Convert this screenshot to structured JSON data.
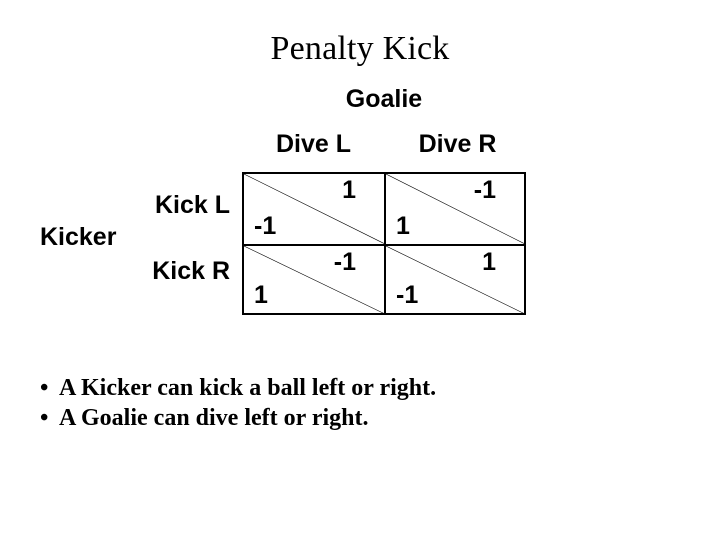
{
  "slide": {
    "title": "Penalty Kick",
    "column_group_label": "Goalie",
    "row_group_label": "Kicker",
    "column_headers": [
      "Dive L",
      "Dive R"
    ],
    "row_headers": [
      "Kick L",
      "Kick R"
    ],
    "bullet_glyph": "•",
    "bullets": [
      "A Kicker can kick a ball left or right.",
      "A Goalie can dive left or right."
    ]
  },
  "matrix": {
    "cells": [
      {
        "row": "Kick L",
        "column": "Dive L",
        "upper_right": "1",
        "lower_left": "-1"
      },
      {
        "row": "Kick L",
        "column": "Dive R",
        "upper_right": "-1",
        "lower_left": "1"
      },
      {
        "row": "Kick R",
        "column": "Dive L",
        "upper_right": "-1",
        "lower_left": "1"
      },
      {
        "row": "Kick R",
        "column": "Dive R",
        "upper_right": "1",
        "lower_left": "-1"
      }
    ]
  },
  "colors": {
    "background": "#ffffff",
    "text": "#000000",
    "border": "#000000"
  }
}
